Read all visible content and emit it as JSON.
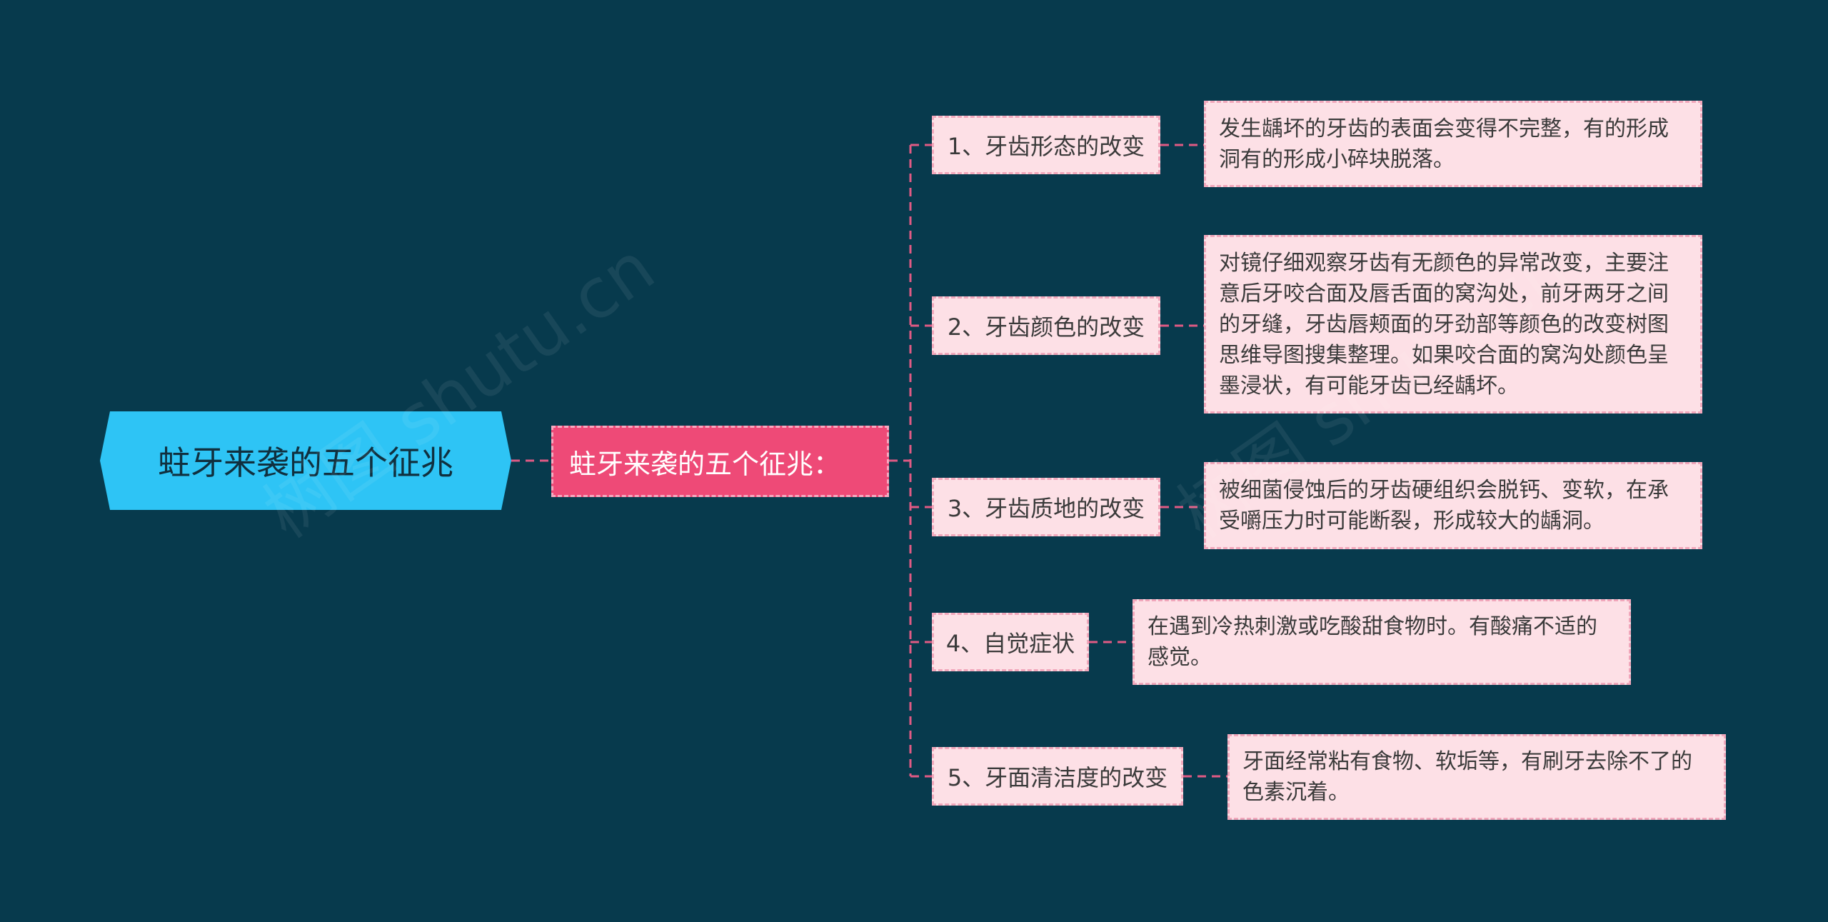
{
  "root": {
    "label": "蛀牙来袭的五个征兆"
  },
  "main": {
    "label": "蛀牙来袭的五个征兆："
  },
  "branches": [
    {
      "title": "1、牙齿形态的改变",
      "detail": "发生龋坏的牙齿的表面会变得不完整，有的形成洞有的形成小碎块脱落。"
    },
    {
      "title": "2、牙齿颜色的改变",
      "detail": "对镜仔细观察牙齿有无颜色的异常改变，主要注意后牙咬合面及唇舌面的窝沟处，前牙两牙之间的牙缝，牙齿唇颊面的牙劲部等颜色的改变树图思维导图搜集整理。如果咬合面的窝沟处颜色呈墨浸状，有可能牙齿已经龋坏。"
    },
    {
      "title": "3、牙齿质地的改变",
      "detail": "被细菌侵蚀后的牙齿硬组织会脱钙、变软，在承受嚼压力时可能断裂，形成较大的龋洞。"
    },
    {
      "title": "4、自觉症状",
      "detail": "在遇到冷热刺激或吃酸甜食物时。有酸痛不适的感觉。"
    },
    {
      "title": "5、牙面清洁度的改变",
      "detail": "牙面经常粘有食物、软垢等，有刷牙去除不了的色素沉着。"
    }
  ],
  "watermark": {
    "text": "树图 shutu.cn"
  },
  "colors": {
    "background": "#073a4d",
    "root_fill": "#2ec4f5",
    "main_fill": "#ee4a77",
    "node_fill": "#fde0e6",
    "connector": "#e05a84"
  }
}
